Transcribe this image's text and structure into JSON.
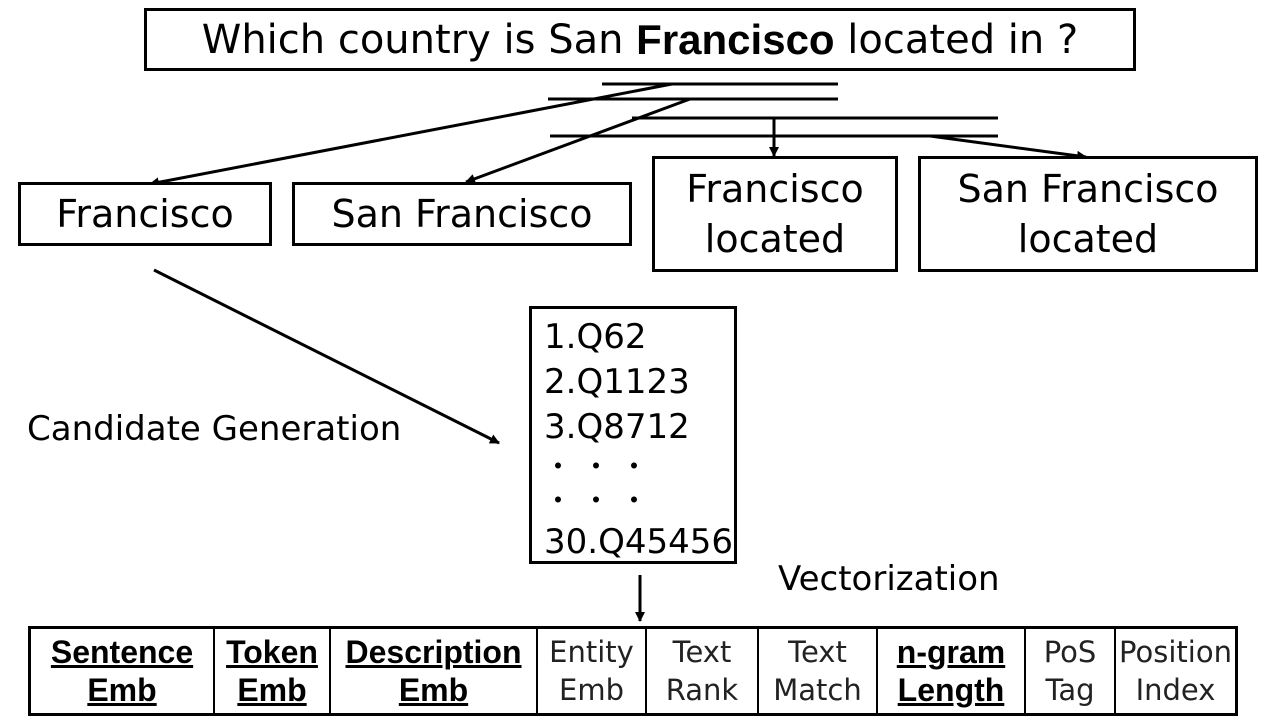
{
  "question": {
    "prefix": "Which country is San ",
    "highlight": "Francisco",
    "suffix": " located in ?"
  },
  "ngrams": [
    {
      "lines": [
        "Francisco"
      ]
    },
    {
      "lines": [
        "San Francisco"
      ]
    },
    {
      "lines": [
        "Francisco",
        "located"
      ]
    },
    {
      "lines": [
        "San Francisco",
        "located"
      ]
    }
  ],
  "candidates": {
    "items": [
      "1.Q62",
      "2.Q1123",
      "3.Q8712"
    ],
    "ellipsis": [
      "・・・",
      "・・・"
    ],
    "last": "30.Q45456"
  },
  "labels": {
    "candidate_generation": "Candidate Generation",
    "vectorization": "Vectorization"
  },
  "features": [
    {
      "line1": "Sentence",
      "line2": "Emb",
      "bold": true
    },
    {
      "line1": "Token",
      "line2": "Emb",
      "bold": true
    },
    {
      "line1": "Description",
      "line2": "Emb",
      "bold": true
    },
    {
      "line1": "Entity",
      "line2": "Emb",
      "bold": false
    },
    {
      "line1": "Text",
      "line2": "Rank",
      "bold": false
    },
    {
      "line1": "Text",
      "line2": "Match",
      "bold": false
    },
    {
      "line1": "n-gram",
      "line2": "Length",
      "bold": true
    },
    {
      "line1": "PoS",
      "line2": "Tag",
      "bold": false
    },
    {
      "line1": "Position",
      "line2": "Index",
      "bold": false
    }
  ]
}
